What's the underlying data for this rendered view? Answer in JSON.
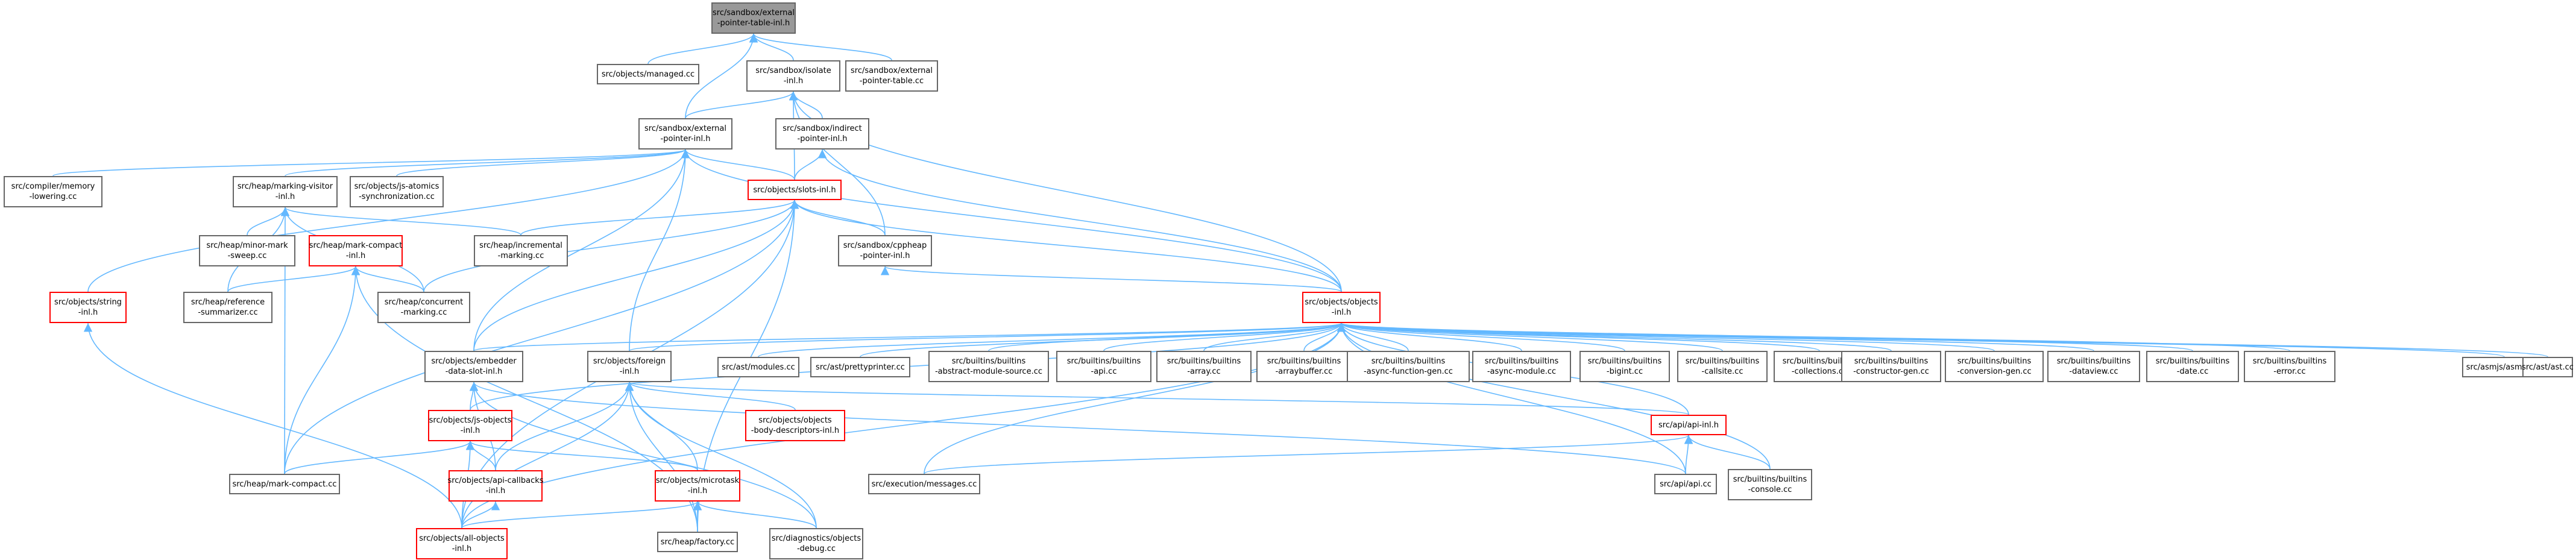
{
  "diagram": {
    "type": "dependency-graph",
    "edge_color": "#63b8ff",
    "highlight_border_color": "#ff0000",
    "root_fill": "#999999",
    "nodes": {
      "root": {
        "label": [
          "src/sandbox/external",
          "-pointer-table-inl.h"
        ]
      },
      "managed": {
        "label": [
          "src/objects/managed.cc"
        ]
      },
      "isolate_inl": {
        "label": [
          "src/sandbox/isolate",
          "-inl.h"
        ]
      },
      "ext_ptr_table_cc": {
        "label": [
          "src/sandbox/external",
          "-pointer-table.cc"
        ]
      },
      "ext_ptr_inl": {
        "label": [
          "src/sandbox/external",
          "-pointer-inl.h"
        ]
      },
      "indirect_ptr_inl": {
        "label": [
          "src/sandbox/indirect",
          "-pointer-inl.h"
        ]
      },
      "compiler_mem": {
        "label": [
          "src/compiler/memory",
          "-lowering.cc"
        ]
      },
      "marking_visitor": {
        "label": [
          "src/heap/marking-visitor",
          "-inl.h"
        ]
      },
      "js_atomics": {
        "label": [
          "src/objects/js-atomics",
          "-synchronization.cc"
        ]
      },
      "slots_inl": {
        "label": [
          "src/objects/slots-inl.h"
        ]
      },
      "minor_mark_sweep": {
        "label": [
          "src/heap/minor-mark",
          "-sweep.cc"
        ]
      },
      "mark_compact_inl": {
        "label": [
          "src/heap/mark-compact",
          "-inl.h"
        ]
      },
      "incremental_marking": {
        "label": [
          "src/heap/incremental",
          "-marking.cc"
        ]
      },
      "cppheap_ptr": {
        "label": [
          "src/sandbox/cppheap",
          "-pointer-inl.h"
        ]
      },
      "string_inl": {
        "label": [
          "src/objects/string",
          "-inl.h"
        ]
      },
      "heap_ref_summ": {
        "label": [
          "src/heap/reference",
          "-summarizer.cc"
        ]
      },
      "concurrent_marking": {
        "label": [
          "src/heap/concurrent",
          "-marking.cc"
        ]
      },
      "objects_inl": {
        "label": [
          "src/objects/objects",
          "-inl.h"
        ]
      },
      "embedder_slot": {
        "label": [
          "src/objects/embedder",
          "-data-slot-inl.h"
        ]
      },
      "foreign_inl": {
        "label": [
          "src/objects/foreign",
          "-inl.h"
        ]
      },
      "ast_modules": {
        "label": [
          "src/ast/modules.cc"
        ]
      },
      "ast_prettyprinter": {
        "label": [
          "src/ast/prettyprinter.cc"
        ]
      },
      "b_abstract_module": {
        "label": [
          "src/builtins/builtins",
          "-abstract-module-source.cc"
        ]
      },
      "b_api": {
        "label": [
          "src/builtins/builtins",
          "-api.cc"
        ]
      },
      "b_array": {
        "label": [
          "src/builtins/builtins",
          "-array.cc"
        ]
      },
      "b_arraybuffer": {
        "label": [
          "src/builtins/builtins",
          "-arraybuffer.cc"
        ]
      },
      "b_async_fn_gen": {
        "label": [
          "src/builtins/builtins",
          "-async-function-gen.cc"
        ]
      },
      "b_async_module": {
        "label": [
          "src/builtins/builtins",
          "-async-module.cc"
        ]
      },
      "b_bigint": {
        "label": [
          "src/builtins/builtins",
          "-bigint.cc"
        ]
      },
      "b_callsite": {
        "label": [
          "src/builtins/builtins",
          "-callsite.cc"
        ]
      },
      "b_collections": {
        "label": [
          "src/builtins/builtins",
          "-collections.cc"
        ]
      },
      "b_constructor_gen": {
        "label": [
          "src/builtins/builtins",
          "-constructor-gen.cc"
        ]
      },
      "b_conversion_gen": {
        "label": [
          "src/builtins/builtins",
          "-conversion-gen.cc"
        ]
      },
      "b_dataview": {
        "label": [
          "src/builtins/builtins",
          "-dataview.cc"
        ]
      },
      "b_date": {
        "label": [
          "src/builtins/builtins",
          "-date.cc"
        ]
      },
      "b_error": {
        "label": [
          "src/builtins/builtins",
          "-error.cc"
        ]
      },
      "asmjs": {
        "label": [
          "src/asmjs/asm-js.cc"
        ]
      },
      "ast_cc": {
        "label": [
          "src/ast/ast.cc"
        ]
      },
      "js_objects_inl": {
        "label": [
          "src/objects/js-objects",
          "-inl.h"
        ]
      },
      "body_descriptors": {
        "label": [
          "src/objects/objects",
          "-body-descriptors-inl.h"
        ]
      },
      "api_inl": {
        "label": [
          "src/api/api-inl.h"
        ]
      },
      "api_callbacks": {
        "label": [
          "src/objects/api-callbacks",
          "-inl.h"
        ]
      },
      "microtask_inl": {
        "label": [
          "src/objects/microtask",
          "-inl.h"
        ]
      },
      "heap_mark_compact": {
        "label": [
          "src/heap/mark-compact.cc"
        ]
      },
      "exec_messages": {
        "label": [
          "src/execution/messages.cc"
        ]
      },
      "api_cc": {
        "label": [
          "src/api/api.cc"
        ]
      },
      "b_console": {
        "label": [
          "src/builtins/builtins",
          "-console.cc"
        ]
      },
      "all_objects_inl": {
        "label": [
          "src/objects/all-objects",
          "-inl.h"
        ]
      },
      "heap_factory": {
        "label": [
          "src/heap/factory.cc"
        ]
      },
      "diag_objects_debug": {
        "label": [
          "src/diagnostics/objects",
          "-debug.cc"
        ]
      }
    }
  }
}
